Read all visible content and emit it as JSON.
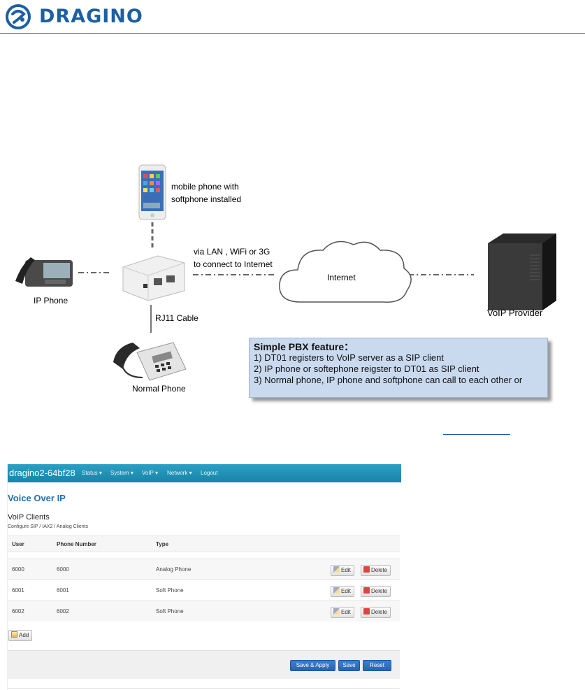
{
  "header": {
    "brand": "DRAGINO"
  },
  "diagram": {
    "mobile_label_1": "mobile phone with",
    "mobile_label_2": "softphone installed",
    "conn_label_1": "via LAN , WiFi or 3G",
    "conn_label_2": "to connect to Internet",
    "internet_label": "Internet",
    "ip_phone_label": "IP Phone",
    "rj11_label": "RJ11 Cable",
    "normal_phone_label": "Normal Phone",
    "voip_provider_label": "VoIP Provider",
    "pbx_title": "Simple PBX feature：",
    "pbx_lines": [
      "1) DT01 registers to VoIP server as a SIP client",
      "2) IP phone or softephone reigster to DT01 as SIP client",
      "3) Normal phone, IP phone and softphone can call to each other or"
    ]
  },
  "ui": {
    "brand": "dragino2-64bf28",
    "nav": [
      "Status ▾",
      "System ▾",
      "VoIP ▾",
      "Network ▾",
      "Logout"
    ],
    "page_title": "Voice Over IP",
    "section_title": "VoIP Clients",
    "section_desc": "Configure SIP / IAX2 / Analog Clients",
    "columns": [
      "User",
      "Phone Number",
      "Type"
    ],
    "rows": [
      {
        "user": "6000",
        "phone": "6000",
        "type": "Analog Phone"
      },
      {
        "user": "6001",
        "phone": "6001",
        "type": "Soft Phone"
      },
      {
        "user": "6002",
        "phone": "6002",
        "type": "Soft Phone"
      }
    ],
    "edit_label": "Edit",
    "delete_label": "Delete",
    "add_label": "Add",
    "save_apply_label": "Save & Apply",
    "save_label": "Save",
    "reset_label": "Reset"
  }
}
